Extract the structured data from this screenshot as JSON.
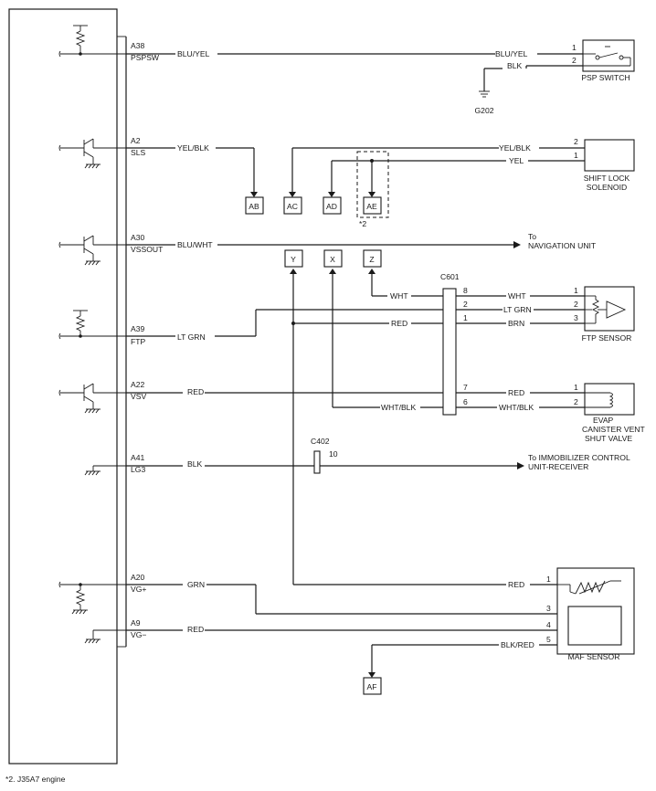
{
  "ecm_pins": [
    {
      "pin": "A38",
      "name": "PSPSW",
      "wire": "BLU/YEL"
    },
    {
      "pin": "A2",
      "name": "SLS",
      "wire": "YEL/BLK"
    },
    {
      "pin": "A30",
      "name": "VSSOUT",
      "wire": "BLU/WHT"
    },
    {
      "pin": "A39",
      "name": "FTP",
      "wire": "LT GRN"
    },
    {
      "pin": "A22",
      "name": "VSV",
      "wire": "RED"
    },
    {
      "pin": "A41",
      "name": "LG3",
      "wire": "BLK"
    },
    {
      "pin": "A20",
      "name": "VG+",
      "wire": "GRN"
    },
    {
      "pin": "A9",
      "name": "VG−",
      "wire": "RED"
    }
  ],
  "psp": {
    "wire1": "BLU/YEL",
    "wire2": "BLK",
    "pin1": "1",
    "pin2": "2",
    "ground": "G202",
    "label": "PSP SWITCH"
  },
  "shift_lock": {
    "wire2": "YEL/BLK",
    "wire1": "YEL",
    "pin2": "2",
    "pin1": "1",
    "label_line1": "SHIFT LOCK",
    "label_line2": "SOLENOID"
  },
  "connectors": {
    "ab": "AB",
    "ac": "AC",
    "ad": "AD",
    "ae": "AE",
    "af": "AF",
    "x": "X",
    "y": "Y",
    "z": "Z"
  },
  "footnote_mark": "*2",
  "navigation": {
    "line1": "To",
    "line2": "NAVIGATION UNIT"
  },
  "c601": {
    "label": "C601",
    "left_wires": {
      "z": "WHT",
      "red": "RED",
      "x": "WHT/BLK"
    },
    "pins": {
      "p8": "8",
      "p2": "2",
      "p1": "1",
      "p7": "7",
      "p6": "6"
    },
    "right_wires": {
      "p8": "WHT",
      "p2": "LT GRN",
      "p1": "BRN",
      "p7": "RED",
      "p6": "WHT/BLK"
    }
  },
  "ftp_sensor": {
    "pin1": "1",
    "pin2": "2",
    "pin3": "3",
    "label": "FTP SENSOR"
  },
  "evap": {
    "pin1": "1",
    "pin2": "2",
    "label_line1": "EVAP",
    "label_line2": "CANISTER VENT",
    "label_line3": "SHUT VALVE"
  },
  "c402": {
    "label": "C402",
    "pin": "10"
  },
  "immobilizer": {
    "line1": "To IMMOBILIZER CONTROL",
    "line2": "UNIT-RECEIVER"
  },
  "maf": {
    "wire1": "RED",
    "wire5": "BLK/RED",
    "pin1": "1",
    "pin3": "3",
    "pin4": "4",
    "pin5": "5",
    "label": "MAF SENSOR"
  },
  "footnote": "*2. J35A7 engine"
}
